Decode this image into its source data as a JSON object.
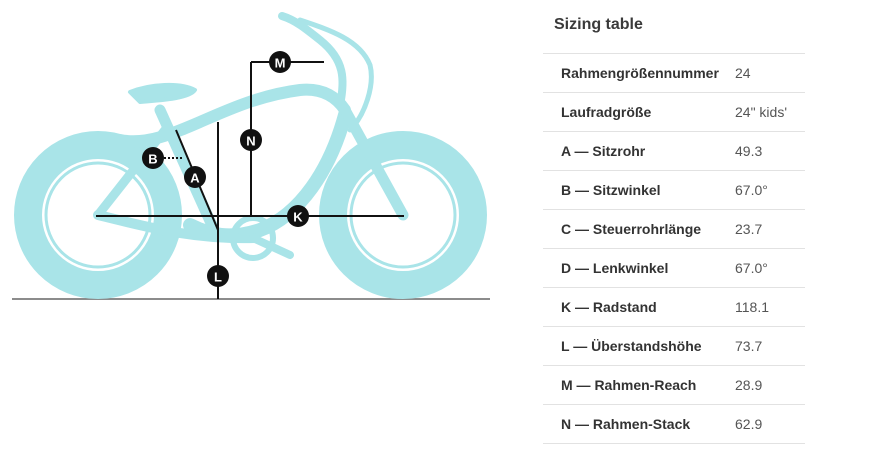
{
  "table": {
    "title": "Sizing table",
    "rows": [
      {
        "label": "Rahmengrößennummer",
        "value": "24"
      },
      {
        "label": "Laufradgröße",
        "value": "24\" kids'"
      },
      {
        "label": "A — Sitzrohr",
        "value": "49.3"
      },
      {
        "label": "B — Sitzwinkel",
        "value": "67.0°"
      },
      {
        "label": "C — Steuerrohrlänge",
        "value": "23.7"
      },
      {
        "label": "D — Lenkwinkel",
        "value": "67.0°"
      },
      {
        "label": "K — Radstand",
        "value": "118.1"
      },
      {
        "label": "L — Überstandshöhe",
        "value": "73.7"
      },
      {
        "label": "M — Rahmen-Reach",
        "value": "28.9"
      },
      {
        "label": "N — Rahmen-Stack",
        "value": "62.9"
      }
    ]
  },
  "diagram": {
    "bike_color": "#a9e4e8",
    "line_color": "#111111",
    "ground_color": "#888888",
    "badges": {
      "a": "A",
      "b": "B",
      "k": "K",
      "l": "L",
      "m": "M",
      "n": "N"
    }
  }
}
